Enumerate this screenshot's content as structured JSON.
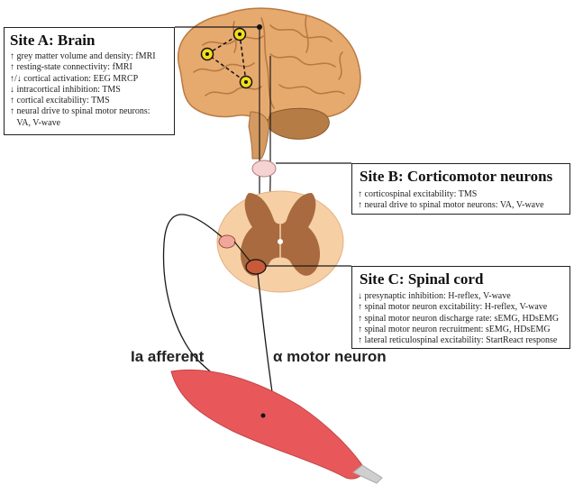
{
  "site_a": {
    "title": "Site A: Brain",
    "items": [
      "↑ grey matter volume and density: fMRI",
      "↑ resting-state connectivity: fMRI",
      "↑/↓ cortical activation: EEG MRCP",
      "↓ intracortical inhibition: TMS",
      "↑ cortical excitability: TMS",
      "↑ neural drive to spinal motor neurons:",
      "   VA, V-wave"
    ]
  },
  "site_b": {
    "title": "Site B: Corticomotor neurons",
    "items": [
      "↑ corticospinal excitability: TMS",
      "↑ neural drive to spinal motor neurons: VA, V-wave"
    ]
  },
  "site_c": {
    "title": "Site C: Spinal cord",
    "items": [
      "↓ presynaptic inhibition: H-reflex, V-wave",
      "↑ spinal motor neuron excitability: H-reflex, V-wave",
      "↑ spinal motor neuron discharge rate: sEMG, HDsEMG",
      "↑ spinal motor neuron recruitment: sEMG, HDsEMG",
      "↑ lateral reticulospinal excitability: StartReact response"
    ]
  },
  "labels": {
    "ia_afferent": "Ia afferent",
    "alpha_motor_neuron": "α motor neuron"
  },
  "colors": {
    "brain_base": "#e7aa6e",
    "brain_dark": "#b87a44",
    "cerebellum": "#b57c45",
    "brainstem": "#d49a62",
    "spinal_outer": "#f6cfa4",
    "spinal_grey": "#a86a3e",
    "site_b_node": "#f5d3d3",
    "ia_node": "#f0a79a",
    "muscle": "#e8585a",
    "network_node": "#f2dc1a",
    "lines": "#1a1a1a"
  }
}
